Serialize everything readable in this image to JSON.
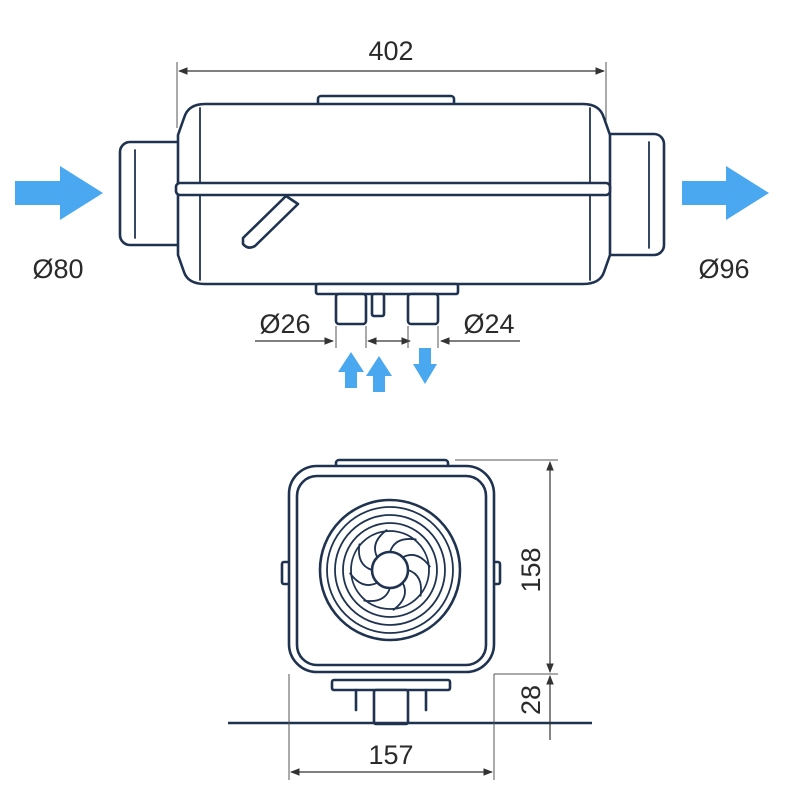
{
  "colors": {
    "outline": "#1f3350",
    "arrow": "#4aa8f0",
    "dimension": "#333333"
  },
  "dimensions": {
    "length": "402",
    "inlet_diameter": "Ø80",
    "outlet_diameter": "Ø96",
    "fuel_port_left": "Ø26",
    "fuel_port_right": "Ø24",
    "height": "158",
    "base_height": "28",
    "width": "157"
  },
  "icons": [
    "air-inlet-arrow",
    "air-outlet-arrow",
    "intake-arrow-up",
    "exhaust-arrow-down",
    "fan-icon"
  ]
}
